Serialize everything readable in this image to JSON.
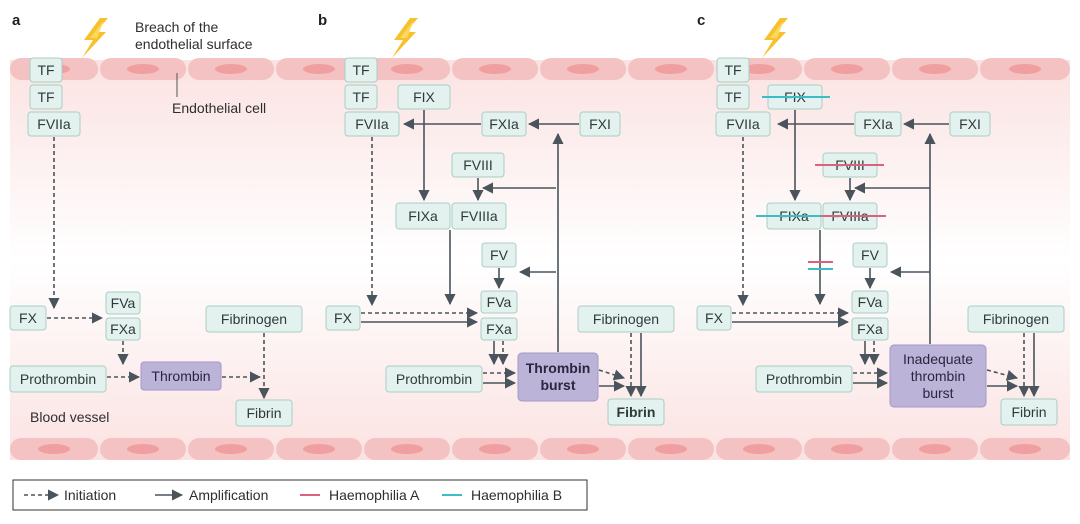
{
  "panels": {
    "a": {
      "label": "a"
    },
    "b": {
      "label": "b"
    },
    "c": {
      "label": "c"
    }
  },
  "annotations": {
    "breach": [
      "Breach of the",
      "endothelial surface"
    ],
    "endothelial_cell": "Endothelial cell",
    "blood_vessel": "Blood vessel"
  },
  "factors": {
    "tf": "TF",
    "fix": "FIX",
    "fviia": "FVIIa",
    "fxia": "FXIa",
    "fxi": "FXI",
    "fviii": "FVIII",
    "fixa": "FIXa",
    "fviiia": "FVIIIa",
    "fv": "FV",
    "fx": "FX",
    "fva": "FVa",
    "fxa": "FXa",
    "prothrombin": "Prothrombin",
    "thrombin": "Thrombin",
    "fibrinogen": "Fibrinogen",
    "fibrin": "Fibrin",
    "thrombin_burst": [
      "Thrombin",
      "burst"
    ],
    "inadequate_burst": [
      "Inadequate",
      "thrombin",
      "burst"
    ]
  },
  "legend": {
    "initiation": "Initiation",
    "amplification": "Amplification",
    "haemophilia_a": "Haemophilia A",
    "haemophilia_b": "Haemophilia B"
  },
  "colors": {
    "haemophilia_a": "#d9637e",
    "haemophilia_b": "#3cbcc6",
    "factor_box": "#e3f2ee",
    "thrombin_box": "#bcb3d8",
    "endothelium": "#f4c2c2"
  },
  "icons": {
    "breach": "lightning-bolt-icon"
  }
}
